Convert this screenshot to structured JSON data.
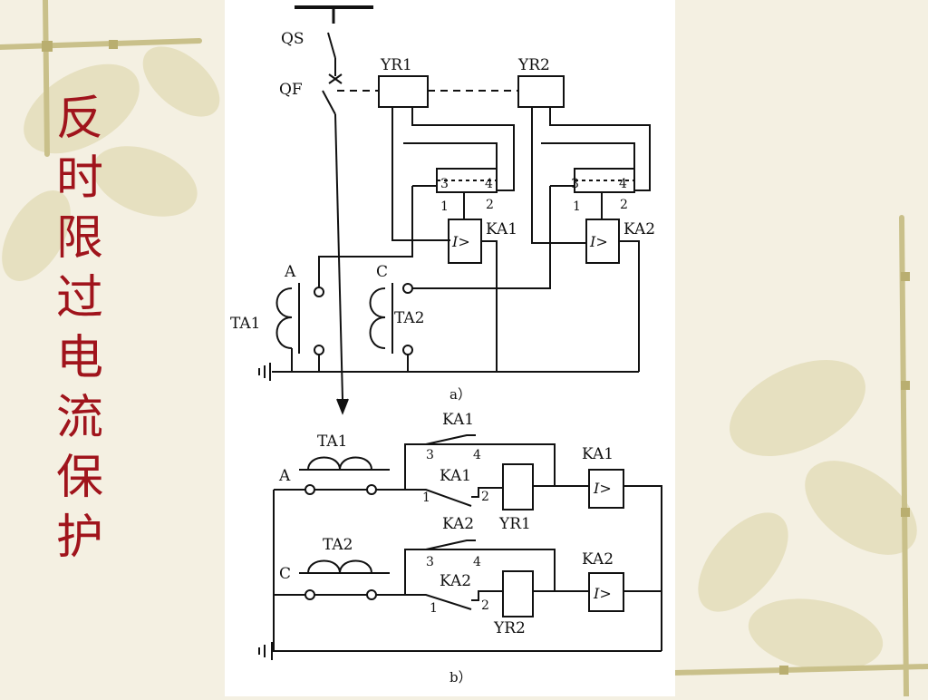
{
  "slide": {
    "title_chars": [
      "反",
      "时",
      "限",
      "过",
      "电",
      "流",
      "保",
      "护"
    ]
  },
  "diagram_a": {
    "caption": "a）",
    "qs": "QS",
    "qf": "QF",
    "yr1": "YR1",
    "yr2": "YR2",
    "ka1": "KA1",
    "ka2": "KA2",
    "ta1": "TA1",
    "ta2": "TA2",
    "phase_a": "A",
    "phase_c": "C",
    "relay_symbol": "I>",
    "contact_3": "3",
    "contact_4": "4",
    "contact_1": "1",
    "contact_2": "2"
  },
  "diagram_b": {
    "caption": "b）",
    "ta1": "TA1",
    "ta2": "TA2",
    "phase_a": "A",
    "phase_c": "C",
    "ka1": "KA1",
    "ka2": "KA2",
    "yr1": "YR1",
    "yr2": "YR2",
    "relay_symbol": "I>",
    "contact_3": "3",
    "contact_4": "4",
    "contact_1": "1",
    "contact_2": "2"
  }
}
